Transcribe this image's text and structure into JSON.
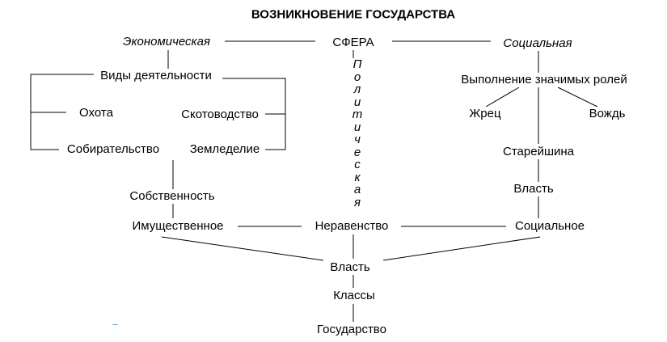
{
  "title": "ВОЗНИКНОВЕНИЕ ГОСУДАРСТВА",
  "nodes": {
    "sphere": "СФЕРА",
    "economic": "Экономическая",
    "social": "Социальная",
    "political": "Политическая",
    "activities": "Виды деятельности",
    "hunting": "Охота",
    "cattle": "Скотоводство",
    "gathering": "Собирательство",
    "farming": "Земледелие",
    "property": "Собственность",
    "property_ineq": "Имущественное",
    "inequality": "Неравенство",
    "social_ineq": "Социальное",
    "roles": "Выполнение значимых ролей",
    "priest": "Жрец",
    "chief": "Вождь",
    "elder": "Старейшина",
    "power_social": "Власть",
    "power": "Власть",
    "classes": "Классы",
    "state": "Государство"
  }
}
